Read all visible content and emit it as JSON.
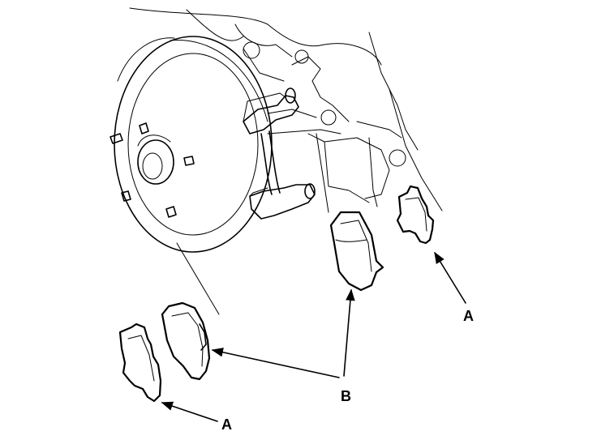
{
  "labels": {
    "a_right": "A",
    "b": "B",
    "a_bottom": "A"
  },
  "colors": {
    "line": "#000000",
    "background": "#ffffff"
  }
}
